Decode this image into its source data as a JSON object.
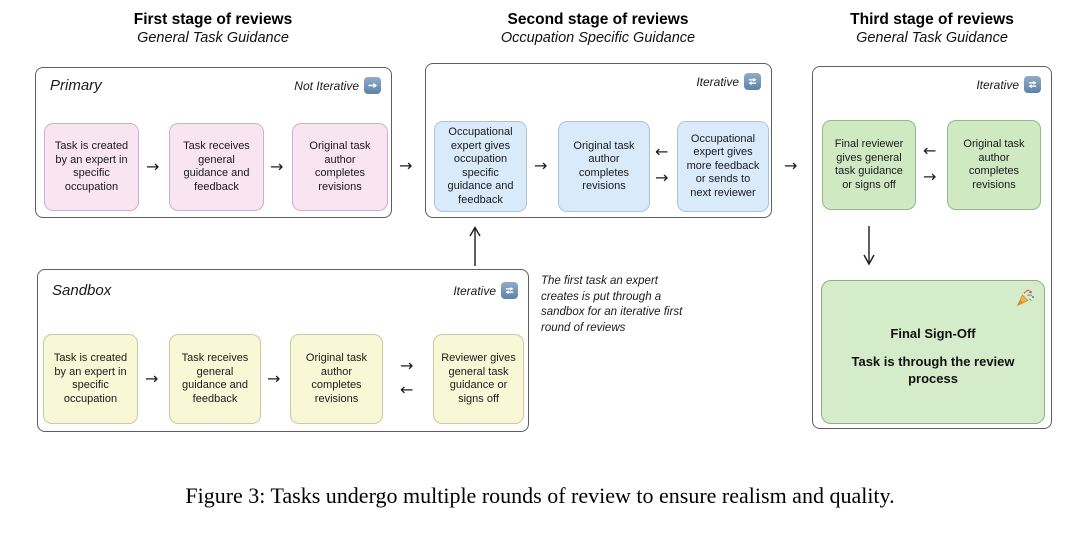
{
  "stages": [
    {
      "title": "First stage of reviews",
      "subtitle": "General Task Guidance",
      "panel_label": "Primary",
      "mode": "Not Iterative",
      "boxes": [
        "Task is created by an expert in specific occupation",
        "Task receives general guidance and feedback",
        "Original task author completes revisions"
      ]
    },
    {
      "title": "Second stage of reviews",
      "subtitle": "Occupation Specific Guidance",
      "mode": "Iterative",
      "boxes": [
        "Occupational expert gives occupation specific guidance and feedback",
        "Original task author completes revisions",
        "Occupational expert gives more feedback or sends to next reviewer"
      ]
    },
    {
      "title": "Third stage of reviews",
      "subtitle": "General Task Guidance",
      "mode": "Iterative",
      "boxes": [
        "Final reviewer gives general task guidance or signs off",
        "Original task author completes revisions"
      ],
      "final_title": "Final Sign-Off",
      "final_body": "Task is through the review process"
    }
  ],
  "sandbox": {
    "panel_label": "Sandbox",
    "mode": "Iterative",
    "boxes": [
      "Task is created by an expert in specific occupation",
      "Task receives general guidance and feedback",
      "Original task author completes revisions",
      "Reviewer gives general task guidance or signs off"
    ],
    "note": "The first task an expert creates is put through a sandbox for an iterative first round of reviews"
  },
  "glyphs": {
    "arrow_right": "→",
    "arrow_left": "←"
  },
  "colors": {
    "stage1_box": "#f9e4f2",
    "stage2_box": "#d9ebfb",
    "stage3_box": "#cfe9c3",
    "sandbox_box": "#f8f8d7",
    "final_box": "#d4ecc9",
    "badge_blue": "#6d8fb2"
  },
  "caption": "Figure 3: Tasks undergo multiple rounds of review to ensure realism and quality."
}
